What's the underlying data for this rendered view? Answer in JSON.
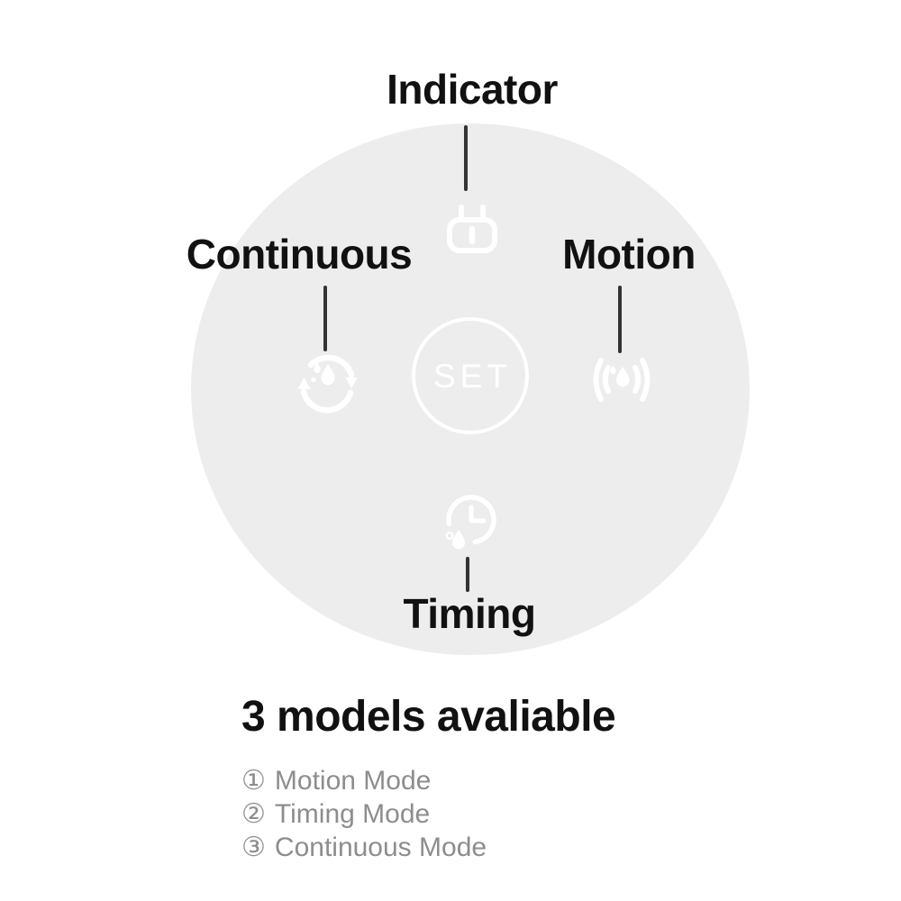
{
  "device": {
    "set_button_label": "SET",
    "callouts": [
      {
        "id": "indicator",
        "label": "Indicator",
        "icon": "power-plug-icon"
      },
      {
        "id": "continuous",
        "label": "Continuous",
        "icon": "continuous-cycle-icon"
      },
      {
        "id": "motion",
        "label": "Motion",
        "icon": "motion-sensor-icon"
      },
      {
        "id": "timing",
        "label": "Timing",
        "icon": "timing-clock-icon"
      }
    ]
  },
  "footer": {
    "heading": "3 models avaliable",
    "modes": [
      {
        "bullet": "①",
        "label": "Motion Mode"
      },
      {
        "bullet": "②",
        "label": "Timing Mode"
      },
      {
        "bullet": "③",
        "label": "Continuous Mode"
      }
    ]
  },
  "colors": {
    "background": "#ffffff",
    "device_face": "#ededed",
    "label_text": "#111111",
    "pointer_line": "#333333",
    "icon_white": "#ffffff",
    "mode_list_text": "#8d8d8d"
  }
}
